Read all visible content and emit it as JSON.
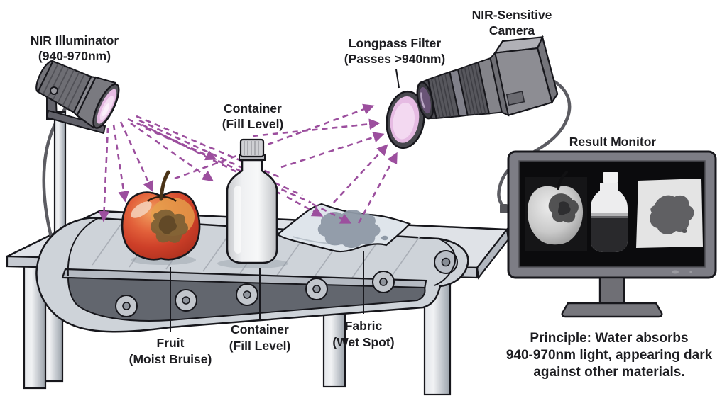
{
  "labels": {
    "illuminator": {
      "line1": "NIR Illuminator",
      "line2": "(940-970nm)"
    },
    "container_top": {
      "line1": "Container",
      "line2": "(Fill Level)"
    },
    "longpass_filter": {
      "line1": "Longpass Filter",
      "line2": "(Passes >940nm)"
    },
    "camera": {
      "line1": "NIR-Sensitive",
      "line2": "Camera"
    },
    "result_monitor": "Result Monitor",
    "fruit": {
      "line1": "Fruit",
      "line2": "(Moist Bruise)"
    },
    "container_bottom": {
      "line1": "Container",
      "line2": "(Fill Level)"
    },
    "fabric": {
      "line1": "Fabric",
      "line2": "(Wet Spot)"
    }
  },
  "principle": {
    "line1": "Principle: Water absorbs",
    "line2": "940-970nm light, appearing dark",
    "line3": "against other materials."
  },
  "monitor": {
    "panels": [
      "nir-view-apple-bruise",
      "nir-view-bottle-fill-level",
      "nir-view-fabric-wet-spot"
    ]
  },
  "colors": {
    "arrow_purple": "#9c4f9e",
    "nir_glass_pink": "#e6bbe3",
    "outline": "#17171c",
    "screen_black": "#0b0b0d"
  }
}
